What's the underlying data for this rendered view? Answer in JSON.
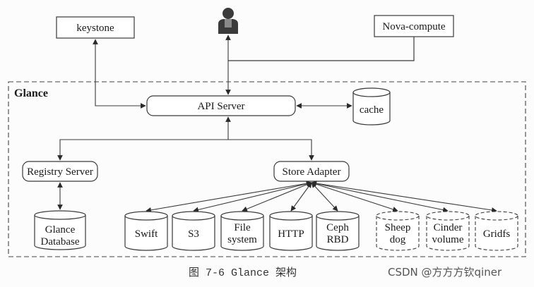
{
  "diagram": {
    "group_label": "Glance",
    "keystone": "keystone",
    "nova": "Nova-compute",
    "api_server": "API Server",
    "cache": "cache",
    "registry": "Registry Server",
    "store": "Store Adapter",
    "database": [
      "Glance",
      "Database"
    ],
    "stores": [
      {
        "lines": [
          "Swift"
        ],
        "dashed": false
      },
      {
        "lines": [
          "S3"
        ],
        "dashed": false
      },
      {
        "lines": [
          "File",
          "system"
        ],
        "dashed": false
      },
      {
        "lines": [
          "HTTP"
        ],
        "dashed": false
      },
      {
        "lines": [
          "Ceph",
          "RBD"
        ],
        "dashed": false
      },
      {
        "lines": [
          "Sheep",
          "dog"
        ],
        "dashed": true
      },
      {
        "lines": [
          "Cinder",
          "volume"
        ],
        "dashed": true
      },
      {
        "lines": [
          "Gridfs"
        ],
        "dashed": true
      }
    ],
    "user_icon": "user-icon"
  },
  "caption": "图 7-6   Glance 架构",
  "watermark": "CSDN @方方方钦qiner"
}
